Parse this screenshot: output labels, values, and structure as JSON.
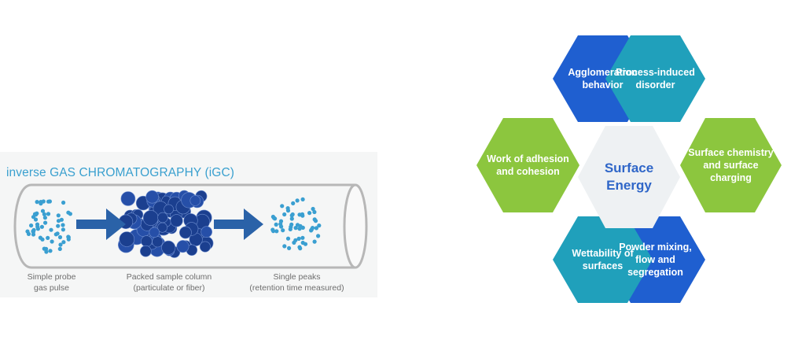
{
  "igc": {
    "title": "inverse GAS CHROMATOGRAPHY (iGC)",
    "captions": [
      {
        "line1": "Simple probe",
        "line2": "gas pulse"
      },
      {
        "line1": "Packed sample column",
        "line2": "(particulate or fiber)"
      },
      {
        "line1": "Single peaks",
        "line2": "(retention time measured)"
      }
    ],
    "colors": {
      "title": "#3aa0cf",
      "dots": "#3a9fd1",
      "spheres": "#1b3f8f",
      "arrow": "#2a62a8"
    }
  },
  "hexagons": {
    "center": {
      "line1": "Surface",
      "line2": "Energy"
    },
    "items": [
      {
        "lines": [
          "Agglomeration",
          "behavior"
        ],
        "color": "#1f5fd0"
      },
      {
        "lines": [
          "Process-induced",
          "disorder"
        ],
        "color": "#20a0bb"
      },
      {
        "lines": [
          "Surface chemistry",
          "and surface",
          "charging"
        ],
        "color": "#8cc63e"
      },
      {
        "lines": [
          "Powder mixing,",
          "flow and",
          "segregation"
        ],
        "color": "#1f5fd0"
      },
      {
        "lines": [
          "Wettability of",
          "surfaces"
        ],
        "color": "#20a0bb"
      },
      {
        "lines": [
          "Work of adhesion",
          "and cohesion"
        ],
        "color": "#8cc63e"
      }
    ],
    "center_colors": {
      "fill": "#eef1f3",
      "text": "#2f66c8"
    }
  }
}
